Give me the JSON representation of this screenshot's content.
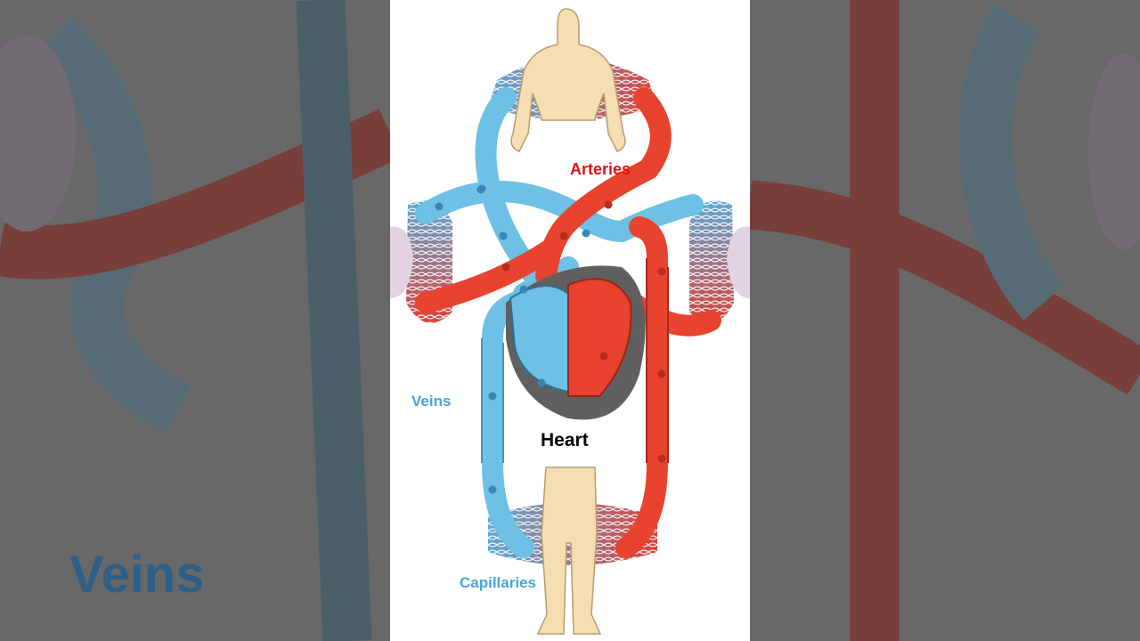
{
  "diagram": {
    "labels": {
      "arteries": "Arteries",
      "veins": "Veins",
      "heart": "Heart",
      "capillaries": "Capillaries"
    }
  },
  "background": {
    "caption": "Veins"
  },
  "colors": {
    "artery": "#e8432f",
    "vein": "#6ec1e4",
    "vein_label": "#4aa3dc",
    "artery_label": "#e01010",
    "heart_label": "#000000",
    "body": "#f6ddb2",
    "side_background": "#6e6e6e"
  }
}
